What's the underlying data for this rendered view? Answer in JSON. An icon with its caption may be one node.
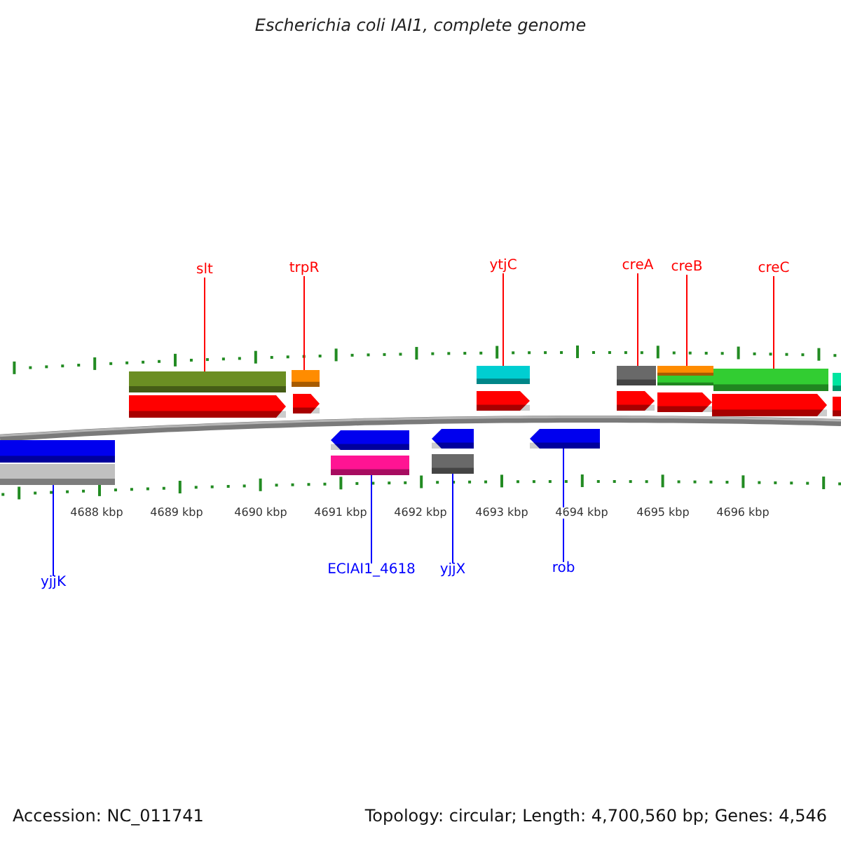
{
  "diagram": {
    "title": "Escherichia coli IAI1, complete genome",
    "nodes": [
      {
        "text": [
          "slt"
        ]
      },
      {
        "text": [
          "trpR"
        ]
      },
      {
        "text": [
          "ytjC"
        ]
      },
      {
        "text": [
          "creA"
        ]
      },
      {
        "text": [
          "creB"
        ]
      },
      {
        "text": [
          "creC"
        ]
      },
      {
        "text": [
          "yjjK"
        ]
      },
      {
        "text": [
          "ECIAI1_4618"
        ]
      },
      {
        "text": [
          "yjjX"
        ]
      },
      {
        "text": [
          "rob"
        ]
      },
      {
        "text": [],
        "shape": "bar"
      },
      {
        "text": [],
        "shape": "bar"
      },
      {
        "text": [],
        "shape": "bar"
      },
      {
        "text": [],
        "shape": "bar"
      },
      {
        "text": [],
        "shape": "bar"
      },
      {
        "text": [],
        "shape": "bar"
      },
      {
        "text": [],
        "shape": "bar"
      },
      {
        "text": [],
        "shape": "bar"
      },
      {
        "text": [],
        "shape": "arrow"
      },
      {
        "text": [],
        "shape": "arrow"
      },
      {
        "text": [],
        "shape": "arrow"
      },
      {
        "text": [],
        "shape": "arrow"
      },
      {
        "text": [],
        "shape": "arrow"
      },
      {
        "text": [],
        "shape": "arrow"
      },
      {
        "text": [],
        "shape": "bar"
      },
      {
        "text": [],
        "shape": "bar"
      },
      {
        "text": [],
        "shape": "arrow"
      },
      {
        "text": [],
        "shape": "arrow"
      },
      {
        "text": [],
        "shape": "arrow"
      },
      {
        "text": [],
        "shape": "bar"
      },
      {
        "text": [],
        "shape": "bar"
      },
      {
        "text": [],
        "shape": "bar"
      }
    ],
    "edges": [
      {
        "from": 0,
        "to": 10,
        "arrow": "none"
      },
      {
        "from": 1,
        "to": 11,
        "arrow": "none"
      },
      {
        "from": 2,
        "to": 12,
        "arrow": "none"
      },
      {
        "from": 3,
        "to": 13,
        "arrow": "none"
      },
      {
        "from": 4,
        "to": 14,
        "arrow": "none"
      },
      {
        "from": 5,
        "to": 16,
        "arrow": "none"
      },
      {
        "from": 6,
        "to": 29,
        "arrow": "none",
        "color": "#0000ff"
      },
      {
        "from": 7,
        "to": 30,
        "arrow": "none",
        "color": "#0000ff"
      },
      {
        "from": 8,
        "to": 31,
        "arrow": "none",
        "color": "#0000ff"
      },
      {
        "from": 9,
        "to": 28,
        "arrow": "none",
        "color": "#0000ff"
      }
    ],
    "labels": [
      "4688 kbp",
      "4689 kbp",
      "4690 kbp",
      "4691 kbp",
      "4692 kbp",
      "4693 kbp",
      "4694 kbp",
      "4695 kbp",
      "4696 kbp",
      "Accession: NC_011741",
      "Topology: circular; Length: 4,700,560 bp; Genes: 4,546"
    ]
  }
}
